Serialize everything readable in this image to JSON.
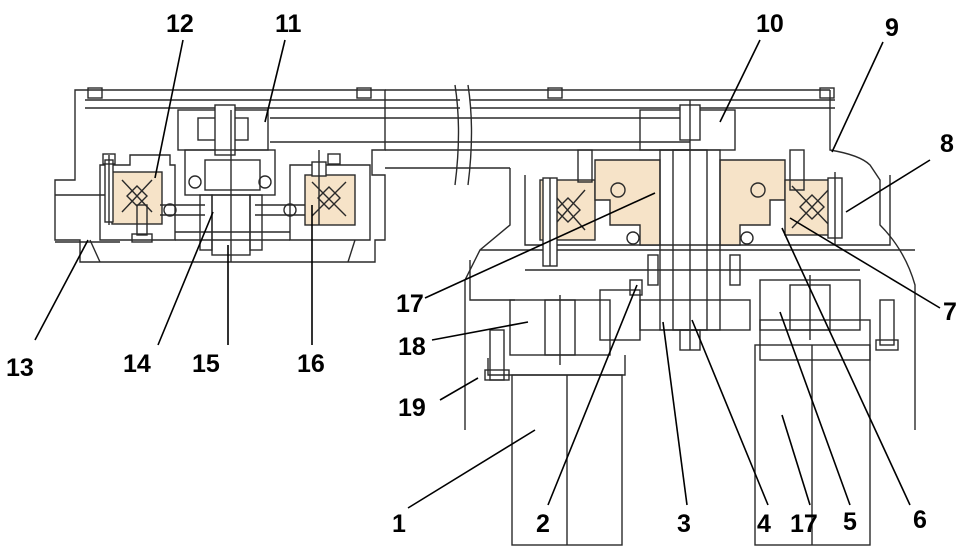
{
  "callouts": [
    {
      "id": "c1",
      "text": "1"
    },
    {
      "id": "c2",
      "text": "2"
    },
    {
      "id": "c3",
      "text": "3"
    },
    {
      "id": "c4",
      "text": "4"
    },
    {
      "id": "c5",
      "text": "5"
    },
    {
      "id": "c6",
      "text": "6"
    },
    {
      "id": "c7",
      "text": "7"
    },
    {
      "id": "c8",
      "text": "8"
    },
    {
      "id": "c9",
      "text": "9"
    },
    {
      "id": "c10",
      "text": "10"
    },
    {
      "id": "c11",
      "text": "11"
    },
    {
      "id": "c12",
      "text": "12"
    },
    {
      "id": "c13",
      "text": "13"
    },
    {
      "id": "c14",
      "text": "14"
    },
    {
      "id": "c15",
      "text": "15"
    },
    {
      "id": "c16",
      "text": "16"
    },
    {
      "id": "c17a",
      "text": "17"
    },
    {
      "id": "c17b",
      "text": "17"
    },
    {
      "id": "c18",
      "text": "18"
    },
    {
      "id": "c19",
      "text": "19"
    }
  ],
  "colors": {
    "line": "#2a2a2a",
    "bearing_fill": "#f6e3c8",
    "background": "#ffffff"
  }
}
